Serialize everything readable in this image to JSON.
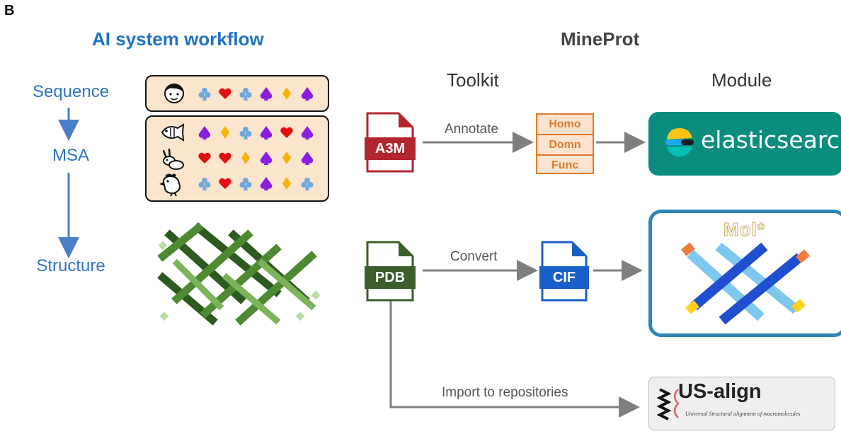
{
  "panel_label": "B",
  "left_title": "AI system workflow",
  "right_title": "MineProt",
  "columns": {
    "toolkit": "Toolkit",
    "module": "Module"
  },
  "workflow_steps": [
    "Sequence",
    "MSA",
    "Structure"
  ],
  "file_icons": {
    "a3m": "A3M",
    "pdb": "PDB",
    "cif": "CIF"
  },
  "arrows": {
    "annotate": "Annotate",
    "convert": "Convert",
    "import": "Import to repositories"
  },
  "annotation_items": [
    "Homo",
    "Domn",
    "Func"
  ],
  "modules": {
    "elasticsearch": "elasticsearch",
    "molstar_logo": "Mol*",
    "usalign_title": "US-align",
    "usalign_subtitle": "Universal Structural alignment of macromolecules"
  },
  "colors": {
    "blue_title": "#1f73c4",
    "a3m_red": "#b3262d",
    "pdb_green": "#3b5e2b",
    "cif_blue": "#1a5fc8",
    "orange": "#e07a2c",
    "es_teal": "#0a8d7f",
    "mol_border": "#2e86b6"
  },
  "card_symbols": [
    [
      "club-lightblue",
      "heart-red",
      "club-lightblue",
      "spade-purple",
      "diamond-gold",
      "spade-purple"
    ],
    [
      "spade-purple",
      "diamond-gold",
      "club-lightblue",
      "spade-purple",
      "heart-red",
      "spade-purple"
    ],
    [
      "heart-red",
      "heart-red",
      "diamond-gold",
      "spade-purple",
      "diamond-gold",
      "spade-purple"
    ],
    [
      "club-lightblue",
      "heart-red",
      "club-lightblue",
      "spade-purple",
      "diamond-gold",
      "club-lightblue"
    ]
  ],
  "card_icons": [
    "person-icon",
    "fish-icon",
    "rabbit-icon",
    "chicken-icon"
  ]
}
